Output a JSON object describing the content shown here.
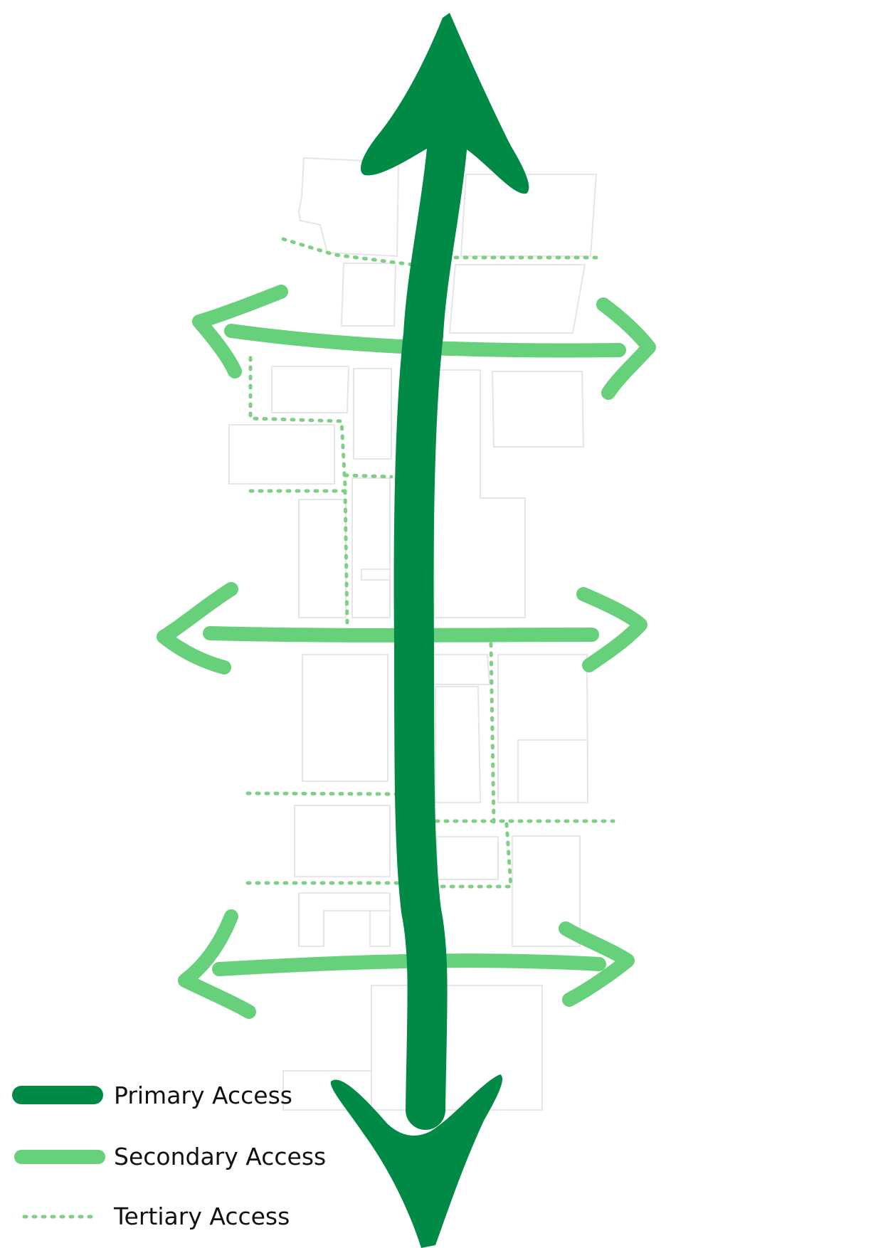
{
  "legend": {
    "items": [
      {
        "key": "primary",
        "label": "Primary Access",
        "color": "#008a45",
        "style": "thick-solid"
      },
      {
        "key": "secondary",
        "label": "Secondary Access",
        "color": "#66d07a",
        "style": "solid"
      },
      {
        "key": "tertiary",
        "label": "Tertiary Access",
        "color": "#7fcf85",
        "style": "dotted"
      }
    ]
  },
  "colors": {
    "primary": "#008a45",
    "secondary": "#66d07a",
    "tertiary": "#7fcf85",
    "block_outline": "#e6e6e6",
    "background": "#ffffff"
  }
}
